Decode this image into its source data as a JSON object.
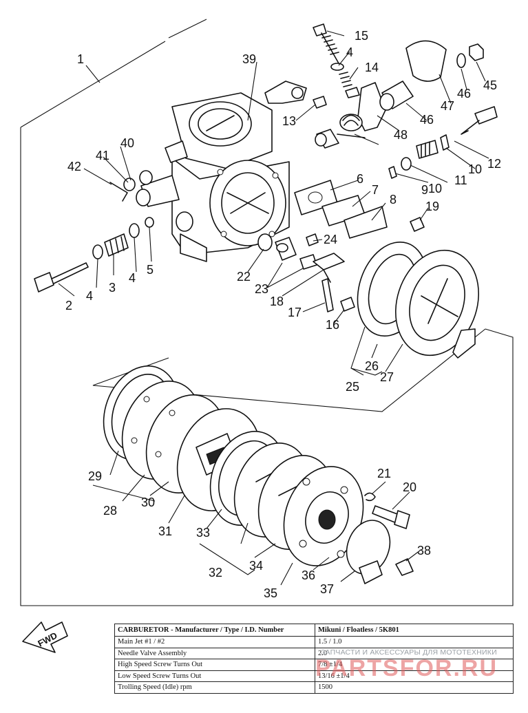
{
  "callouts": [
    {
      "id": "c1",
      "text": "1"
    },
    {
      "id": "c2",
      "text": "2"
    },
    {
      "id": "c3",
      "text": "3"
    },
    {
      "id": "c4a",
      "text": "4"
    },
    {
      "id": "c4b",
      "text": "4"
    },
    {
      "id": "c4c",
      "text": "4"
    },
    {
      "id": "c5",
      "text": "5"
    },
    {
      "id": "c6",
      "text": "6"
    },
    {
      "id": "c7",
      "text": "7"
    },
    {
      "id": "c8",
      "text": "8"
    },
    {
      "id": "c9",
      "text": "9"
    },
    {
      "id": "c10a",
      "text": "10"
    },
    {
      "id": "c10b",
      "text": "10"
    },
    {
      "id": "c11",
      "text": "11"
    },
    {
      "id": "c12",
      "text": "12"
    },
    {
      "id": "c13",
      "text": "13"
    },
    {
      "id": "c14",
      "text": "14"
    },
    {
      "id": "c15",
      "text": "15"
    },
    {
      "id": "c16",
      "text": "16"
    },
    {
      "id": "c17",
      "text": "17"
    },
    {
      "id": "c18",
      "text": "18"
    },
    {
      "id": "c19",
      "text": "19"
    },
    {
      "id": "c20",
      "text": "20"
    },
    {
      "id": "c21",
      "text": "21"
    },
    {
      "id": "c22",
      "text": "22"
    },
    {
      "id": "c23",
      "text": "23"
    },
    {
      "id": "c24",
      "text": "24"
    },
    {
      "id": "c25",
      "text": "25"
    },
    {
      "id": "c26",
      "text": "26"
    },
    {
      "id": "c27",
      "text": "27"
    },
    {
      "id": "c28",
      "text": "28"
    },
    {
      "id": "c29",
      "text": "29"
    },
    {
      "id": "c30",
      "text": "30"
    },
    {
      "id": "c31",
      "text": "31"
    },
    {
      "id": "c32",
      "text": "32"
    },
    {
      "id": "c33",
      "text": "33"
    },
    {
      "id": "c34",
      "text": "34"
    },
    {
      "id": "c35",
      "text": "35"
    },
    {
      "id": "c36",
      "text": "36"
    },
    {
      "id": "c37",
      "text": "37"
    },
    {
      "id": "c38",
      "text": "38"
    },
    {
      "id": "c39",
      "text": "39"
    },
    {
      "id": "c40",
      "text": "40"
    },
    {
      "id": "c41",
      "text": "41"
    },
    {
      "id": "c42",
      "text": "42"
    },
    {
      "id": "c45",
      "text": "45"
    },
    {
      "id": "c46a",
      "text": "46"
    },
    {
      "id": "c46b",
      "text": "46"
    },
    {
      "id": "c47",
      "text": "47"
    },
    {
      "id": "c48",
      "text": "48"
    }
  ],
  "fwd_label": "FWD",
  "spec_table": {
    "header": {
      "label": "CARBURETOR - Manufacturer / Type / I.D. Number",
      "value": "Mikuni / Floatless / 5K801"
    },
    "rows": [
      {
        "label": "Main Jet #1 / #2",
        "value": "1.5 / 1.0"
      },
      {
        "label": "Needle Valve Assembly",
        "value": "2.0"
      },
      {
        "label": "High Speed Screw Turns Out",
        "value": "7/8 ±1/4"
      },
      {
        "label": "Low Speed Screw Turns Out",
        "value": "13/16 ±1/4"
      },
      {
        "label": "Trolling Speed (Idle) rpm",
        "value": "1500"
      }
    ]
  },
  "watermark": {
    "line1": "ЗАПЧАСТИ И АКСЕССУАРЫ ДЛЯ МОТОТЕХНИКИ",
    "line2": "PARTSFOR.RU"
  }
}
